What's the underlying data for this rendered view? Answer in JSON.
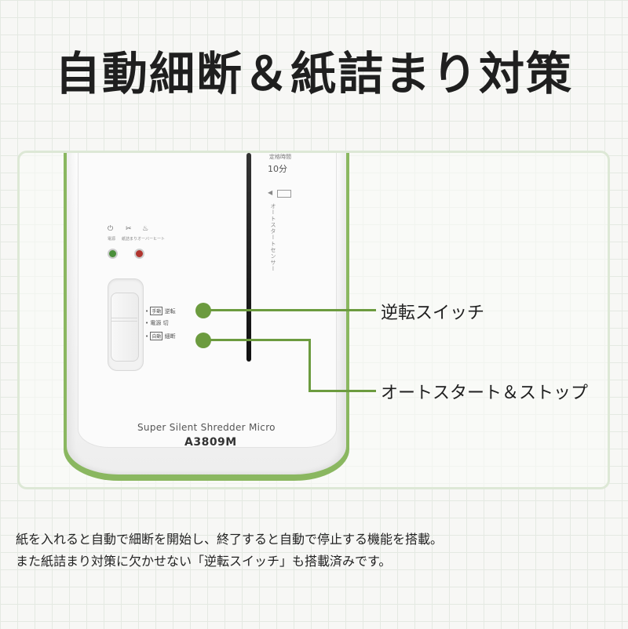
{
  "title": "自動細断＆紙詰まり対策",
  "device": {
    "timer_label": "定格時間",
    "timer_value": "10分",
    "sensor_label": "オートスタートセンサー",
    "indicators": [
      {
        "icon": "power-icon",
        "label": "電源"
      },
      {
        "icon": "paper-jam-icon",
        "label": "紙詰まり"
      },
      {
        "icon": "overheat-icon",
        "label": "オーバーヒート"
      }
    ],
    "led_colors": {
      "power": "#4a8f3a",
      "error": "#b0342e"
    },
    "switch": {
      "positions": [
        {
          "tag": "手動",
          "label": "逆転"
        },
        {
          "tag": "",
          "label": "電源 切"
        },
        {
          "tag": "自動",
          "label": "細断"
        }
      ]
    },
    "model_name": "Super Silent Shredder Micro",
    "model_number": "A3809M"
  },
  "callouts": {
    "reverse_switch": "逆転スイッチ",
    "auto_start_stop": "オートスタート＆ストップ"
  },
  "accent_color": "#6c9b3f",
  "description": [
    "紙を入れると自動で細断を開始し、終了すると自動で停止する機能を搭載。",
    "また紙詰まり対策に欠かせない「逆転スイッチ」も搭載済みです。"
  ]
}
